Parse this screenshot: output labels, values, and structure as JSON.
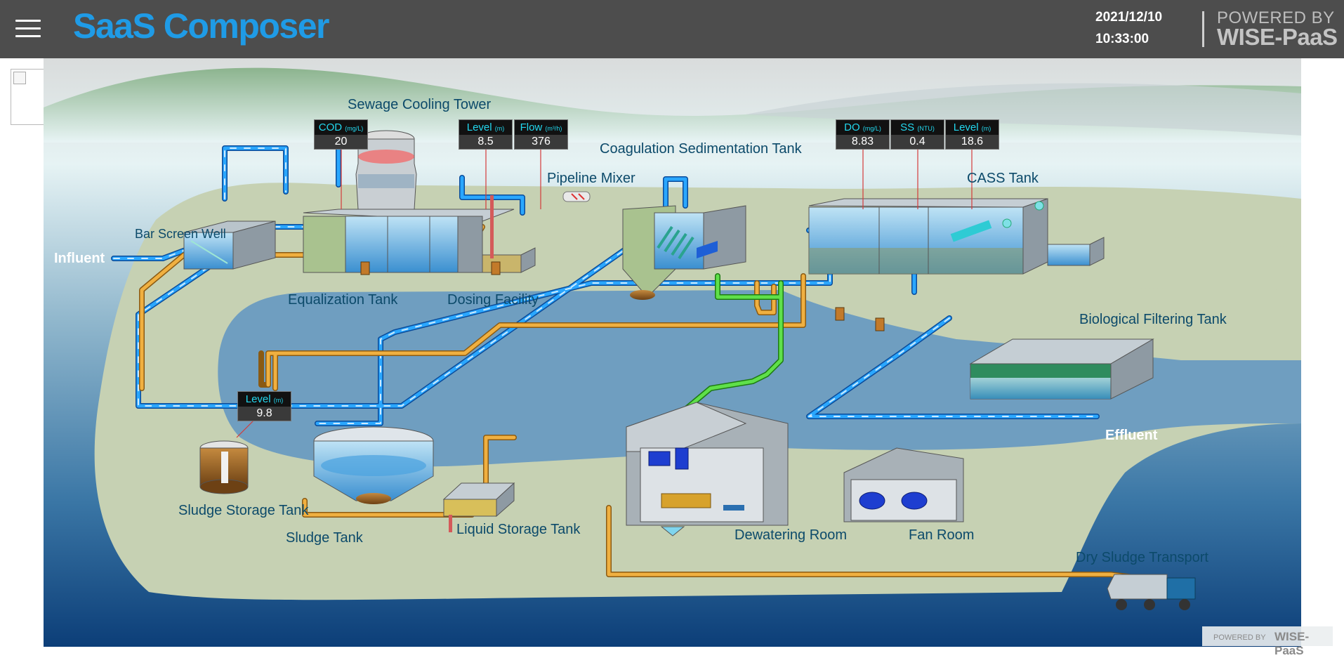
{
  "header": {
    "app_title": "SaaS Composer",
    "date": "2021/12/10",
    "time": "10:33:00",
    "powered_by": "POWERED BY",
    "brand": "WISE-PaaS",
    "menu_icon": "hamburger-menu-icon"
  },
  "labels": {
    "influent": "Influent",
    "effluent": "Effluent",
    "bar_screen_well": "Bar Screen Well",
    "sewage_cooling_tower": "Sewage Cooling Tower",
    "equalization_tank": "Equalization Tank",
    "dosing_facility": "Dosing Facility",
    "pipeline_mixer": "Pipeline Mixer",
    "coagulation_tank": "Coagulation Sedimentation Tank",
    "cass_tank": "CASS Tank",
    "biological_filtering_tank": "Biological Filtering Tank",
    "sludge_storage_tank": "Sludge Storage Tank",
    "sludge_tank": "Sludge Tank",
    "liquid_storage_tank": "Liquid Storage Tank",
    "dewatering_room": "Dewatering Room",
    "fan_room": "Fan Room",
    "dry_sludge_transport": "Dry Sludge Transport"
  },
  "gauges": {
    "cod": {
      "title": "COD",
      "unit": "(mg/L)",
      "value": "20"
    },
    "level_dosing": {
      "title": "Level",
      "unit": "(m)",
      "value": "8.5"
    },
    "flow": {
      "title": "Flow",
      "unit": "(m³/h)",
      "value": "376"
    },
    "do": {
      "title": "DO",
      "unit": "(mg/L)",
      "value": "8.83"
    },
    "ss": {
      "title": "SS",
      "unit": "(NTU)",
      "value": "0.4"
    },
    "level_cass": {
      "title": "Level",
      "unit": "(m)",
      "value": "18.6"
    },
    "level_sludge": {
      "title": "Level",
      "unit": "(m)",
      "value": "9.8"
    }
  },
  "footer": {
    "powered_by": "POWERED BY",
    "brand": "WISE-PaaS"
  },
  "colors": {
    "header_bg": "#4d4d4d",
    "title_blue": "#1f9be6",
    "water_pipe": "#1e90ff",
    "sludge_pipe": "#e8a53c",
    "air_pipe": "#4cd137",
    "gauge_title": "#23d8ef"
  }
}
